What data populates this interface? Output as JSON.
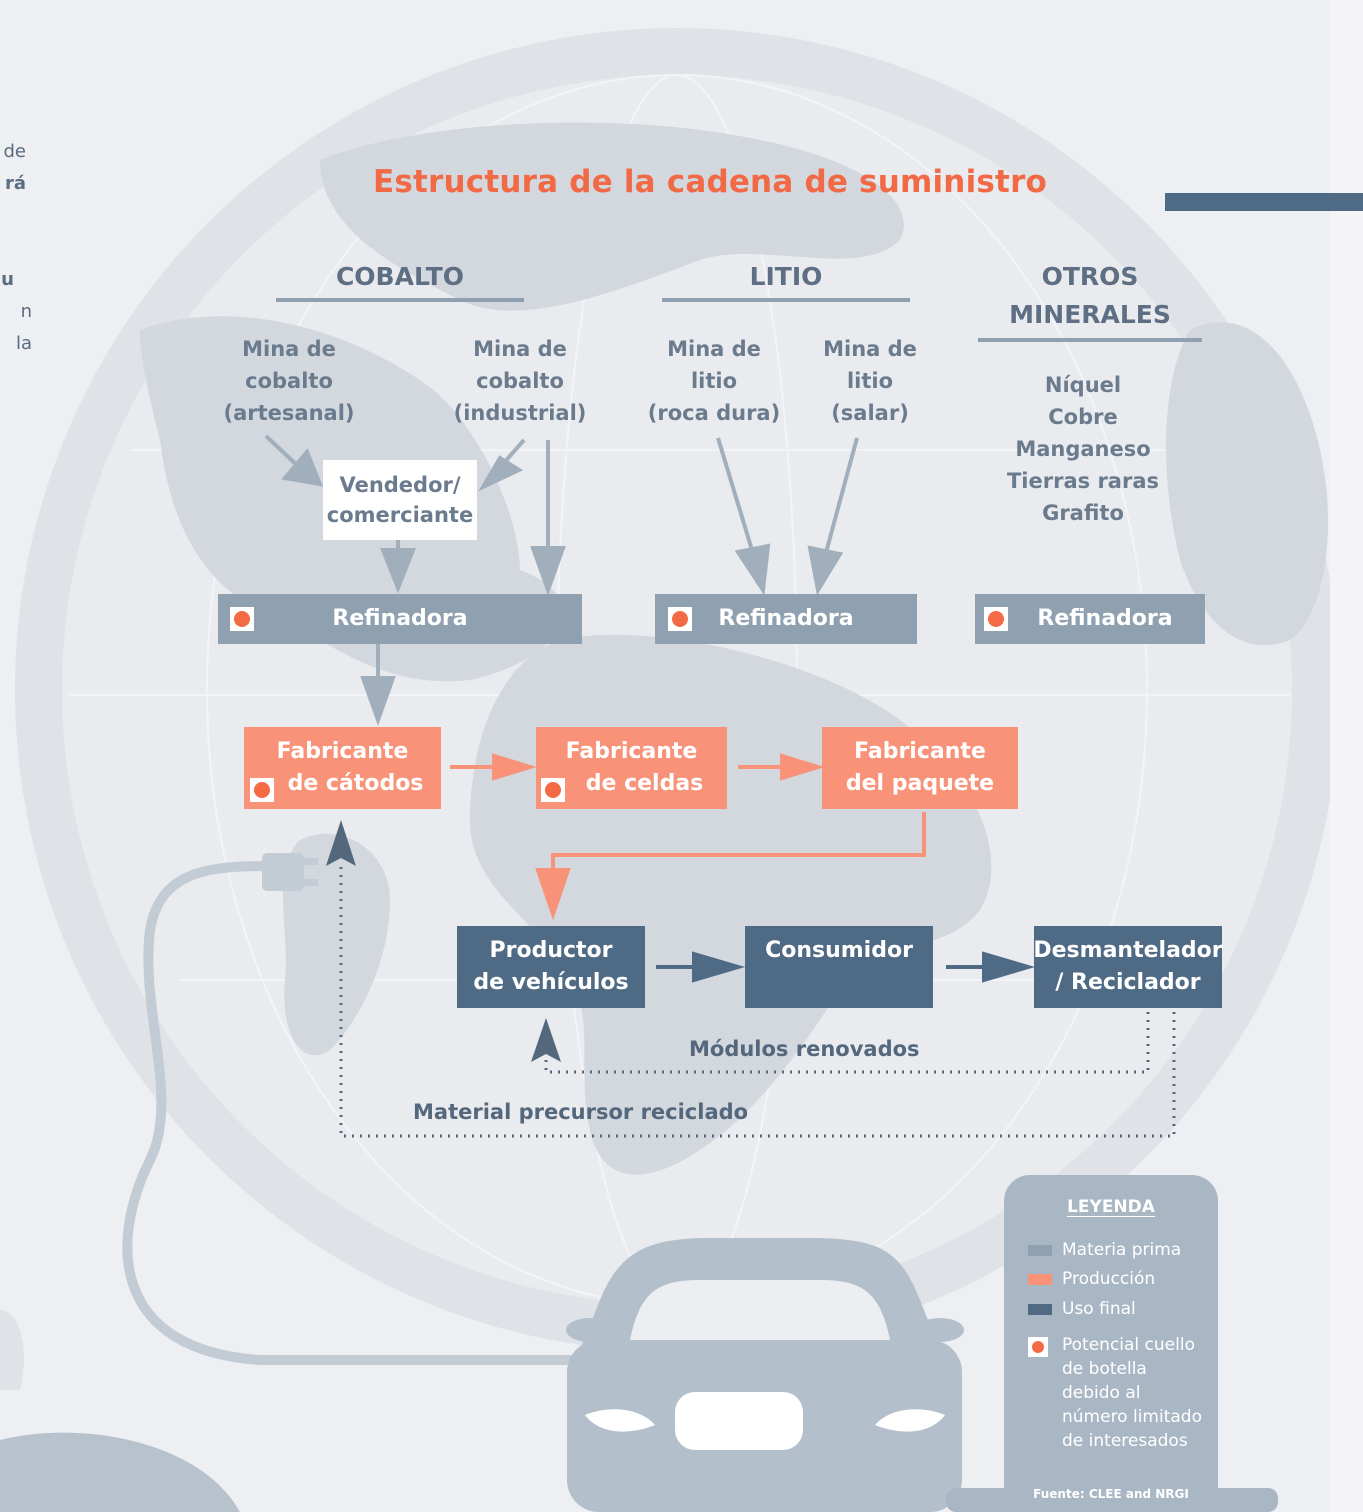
{
  "edge_text": {
    "line1": "de",
    "line2": "rá",
    "line3": "u",
    "line4": "n la"
  },
  "title": "Estructura de la cadena de suministro",
  "columns": {
    "cobalt": "COBALTO",
    "lithium": "LITIO",
    "other_line1": "OTROS",
    "other_line2": "MINERALES"
  },
  "sources": {
    "cobalt_artisanal": [
      "Mina de",
      "cobalto",
      "(artesanal)"
    ],
    "cobalt_industrial": [
      "Mina de",
      "cobalto",
      "(industrial)"
    ],
    "lithium_rock": [
      "Mina de",
      "litio",
      "(roca dura)"
    ],
    "lithium_brine": [
      "Mina de",
      "litio",
      "(salar)"
    ],
    "other_minerals": [
      "Níquel",
      "Cobre",
      "Manganeso",
      "Tierras raras",
      "Grafito"
    ]
  },
  "trader": [
    "Vendedor/",
    "comerciante"
  ],
  "refinery_label": "Refinadora",
  "production": {
    "cathode": [
      "Fabricante",
      "de cátodos"
    ],
    "cell": [
      "Fabricante",
      "de celdas"
    ],
    "pack": [
      "Fabricante",
      "del paquete"
    ]
  },
  "end_use": {
    "vehicle": [
      "Productor",
      "de vehículos"
    ],
    "consumer": "Consumidor",
    "recycler": [
      "Desmantelador",
      "/ Reciclador"
    ]
  },
  "flows": {
    "renewed_modules": "Módulos renovados",
    "recycled_material": "Material precursor reciclado"
  },
  "legend": {
    "title": "LEYENDA",
    "raw": "Materia prima",
    "production": "Producción",
    "end_use": "Uso final",
    "bottleneck": [
      "Potencial cuello",
      "de botella",
      "debido al",
      "número limitado",
      "de interesados"
    ],
    "source": "Fuente: CLEE and NRGI"
  },
  "colors": {
    "raw": "#8fa0b0",
    "production": "#f8937a",
    "end_use": "#4f6a84",
    "title": "#f26a45",
    "bottleneck_dot": "#f46a45"
  }
}
